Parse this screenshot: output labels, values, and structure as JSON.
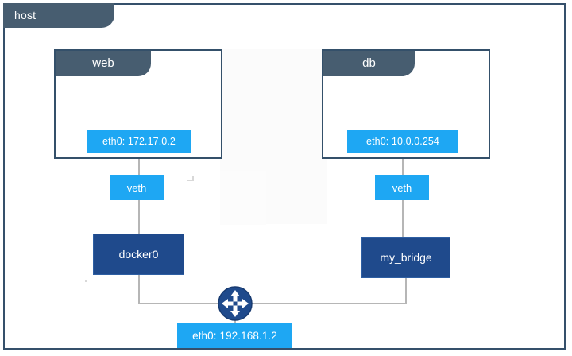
{
  "diagram": {
    "title": "host",
    "type": "network-topology",
    "host": {
      "label": "host",
      "interface": {
        "label": "eth0: 192.168.1.2",
        "name": "eth0",
        "address": "192.168.1.2"
      }
    },
    "containers": [
      {
        "name": "web",
        "interface": {
          "label": "eth0: 172.17.0.2",
          "name": "eth0",
          "address": "172.17.0.2"
        },
        "veth": "veth",
        "bridge": "docker0"
      },
      {
        "name": "db",
        "interface": {
          "label": "eth0: 10.0.0.254",
          "name": "eth0",
          "address": "10.0.0.254"
        },
        "veth": "veth",
        "bridge": "my_bridge"
      }
    ],
    "bridges": [
      {
        "label": "docker0"
      },
      {
        "label": "my_bridge"
      }
    ],
    "router": {
      "icon": "router-icon"
    },
    "colors": {
      "frame_border": "#35506b",
      "tab_fill": "#475d70",
      "interface_blue": "#1ea7f3",
      "bridge_blue": "#1f4a8c",
      "line_gray": "#b6b6b6",
      "background": "#ffffff"
    }
  }
}
